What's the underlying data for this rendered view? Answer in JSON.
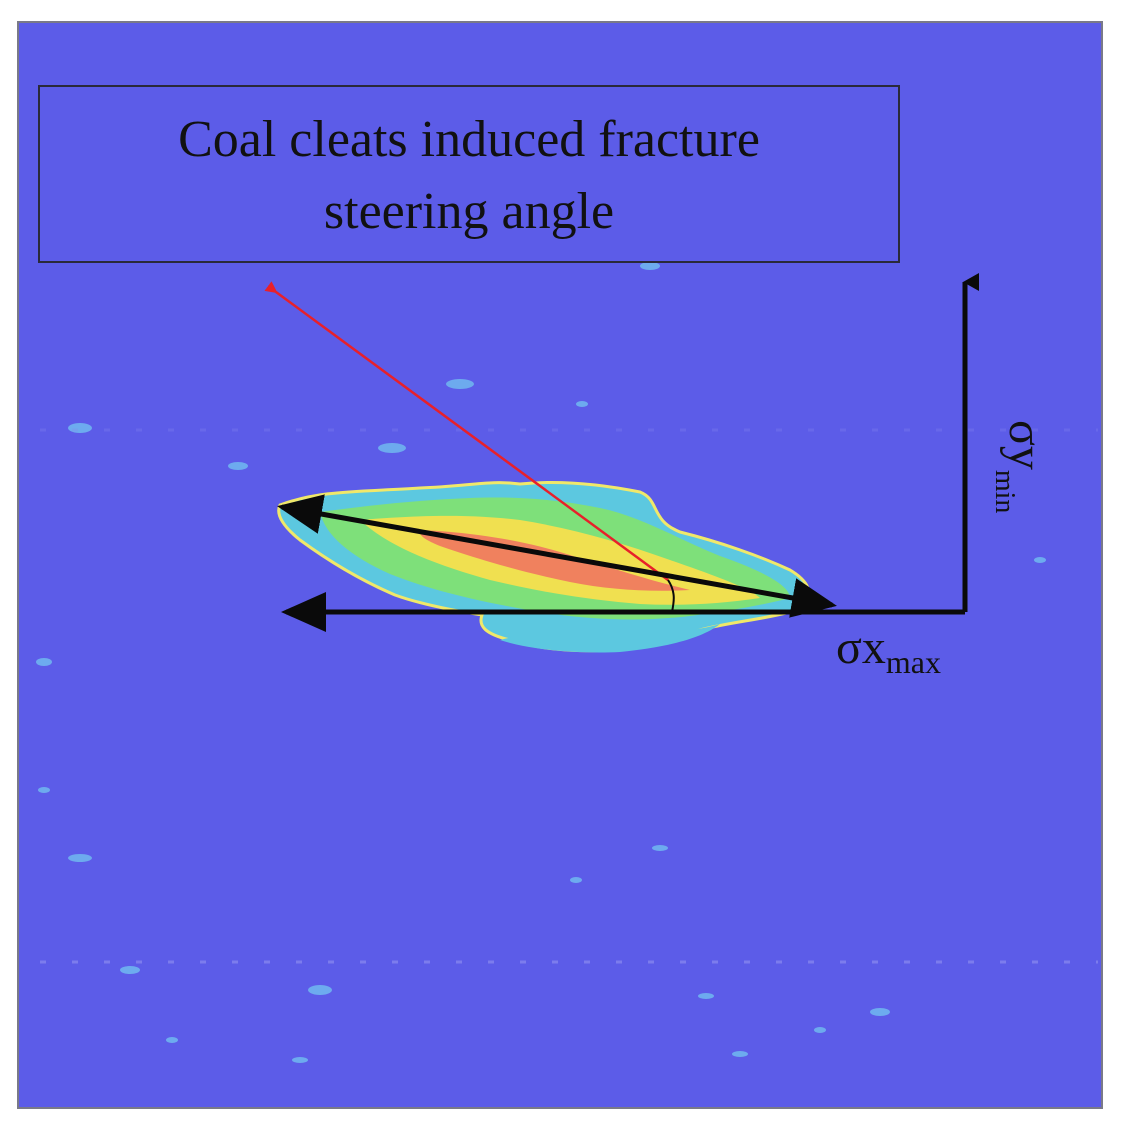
{
  "title": {
    "line1": "Coal cleats induced fracture",
    "line2": "steering angle"
  },
  "axes": {
    "y_symbol": "σy",
    "y_subscript": "min",
    "x_symbol": "σx",
    "x_subscript": "max"
  },
  "colors": {
    "background": "#5c5ce8",
    "title_box_border": "#2a2a3a",
    "steering_arrow": "#e8202a",
    "principal_arrows": "#0a0a0a",
    "fracture_outline": "#f0e86a",
    "fracture_outer": "#5cc8e0",
    "fracture_mid": "#7ee07a",
    "fracture_inner": "#f0e050",
    "fracture_core": "#f07060",
    "speckle": "#70b8f0"
  },
  "icons": {
    "steering": "red-arrow-icon",
    "principal_axes": "black-arrow-icon"
  }
}
